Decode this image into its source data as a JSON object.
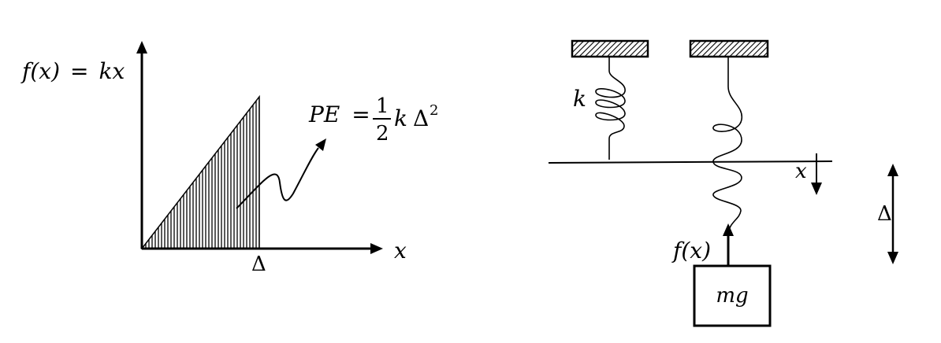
{
  "graph": {
    "y_axis_label_lhs": "f(x)",
    "y_axis_label_eq": "=",
    "y_axis_label_rhs": "kx",
    "x_axis_label": "x",
    "delta_tick_label": "Δ",
    "pe_lhs": "PE",
    "pe_eq": "=",
    "pe_frac_num": "1",
    "pe_frac_den": "2",
    "pe_rhs_k": "k",
    "pe_rhs_delta": "Δ",
    "pe_rhs_exp": "2"
  },
  "spring_system": {
    "spring_constant_label": "k",
    "displacement_label": "x",
    "force_label": "f(x)",
    "mass_label": "mg",
    "total_displacement_label": "Δ"
  },
  "colors": {
    "ink": "#000000",
    "background": "#ffffff"
  }
}
